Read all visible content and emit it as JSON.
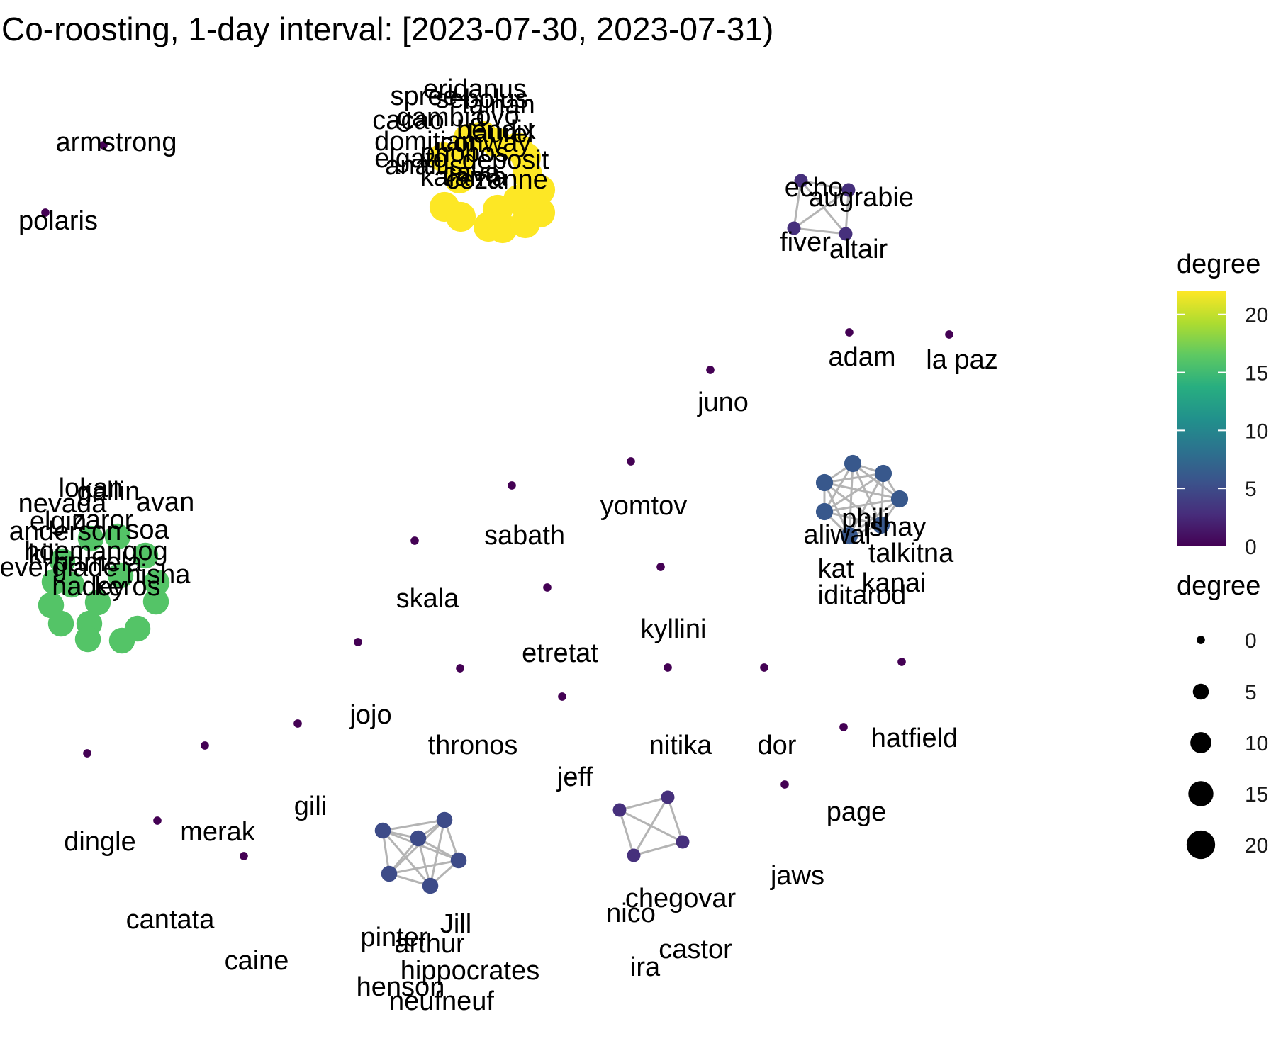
{
  "title": "Co-roosting, 1-day interval: [2023-07-30, 2023-07-31)",
  "chart_data": {
    "type": "network",
    "color_scale": {
      "title": "degree",
      "palette": "viridis",
      "range": [
        0,
        22
      ],
      "ticks": [
        0,
        5,
        10,
        15,
        20
      ],
      "tick_labels": [
        "0",
        "5",
        "10",
        "15",
        "20"
      ]
    },
    "size_legend": {
      "title": "degree",
      "values": [
        0,
        5,
        10,
        15,
        20
      ],
      "labels": [
        "0",
        "5",
        "10",
        "15",
        "20"
      ]
    },
    "edge_color": "#b4b4b4",
    "nodes": [
      {
        "id": "eridanus",
        "degree": 22
      },
      {
        "id": "spree",
        "degree": 22
      },
      {
        "id": "sebolus",
        "degree": 22
      },
      {
        "id": "tainan",
        "degree": 22
      },
      {
        "id": "gambia",
        "degree": 22
      },
      {
        "id": "ovo",
        "degree": 22
      },
      {
        "id": "cacao",
        "degree": 22
      },
      {
        "id": "bendix",
        "degree": 22
      },
      {
        "id": "domitian",
        "degree": 22
      },
      {
        "id": "laurel",
        "degree": 22
      },
      {
        "id": "conway",
        "degree": 22
      },
      {
        "id": "elgato",
        "degree": 22
      },
      {
        "id": "phobos",
        "degree": 22
      },
      {
        "id": "anaitis",
        "degree": 22
      },
      {
        "id": "deposit",
        "degree": 22
      },
      {
        "id": "kalama",
        "degree": 22
      },
      {
        "id": "cava",
        "degree": 22
      },
      {
        "id": "cezanne",
        "degree": 22
      },
      {
        "id": "lokan",
        "degree": 16
      },
      {
        "id": "gallin",
        "degree": 16
      },
      {
        "id": "nevada",
        "degree": 16
      },
      {
        "id": "avan",
        "degree": 16
      },
      {
        "id": "elgin",
        "degree": 16
      },
      {
        "id": "zaror",
        "degree": 16
      },
      {
        "id": "anderson",
        "degree": 16
      },
      {
        "id": "soa",
        "degree": 16
      },
      {
        "id": "kili",
        "degree": 16
      },
      {
        "id": "hoeman",
        "degree": 16
      },
      {
        "id": "gog",
        "degree": 16
      },
      {
        "id": "everglade",
        "degree": 16
      },
      {
        "id": "pamela",
        "degree": 16
      },
      {
        "id": "nisha",
        "degree": 16
      },
      {
        "id": "hadey",
        "degree": 16
      },
      {
        "id": "keros",
        "degree": 16
      },
      {
        "id": "echo",
        "degree": 3
      },
      {
        "id": "augrabie",
        "degree": 3
      },
      {
        "id": "fiver",
        "degree": 3
      },
      {
        "id": "altair",
        "degree": 3
      },
      {
        "id": "phili",
        "degree": 6
      },
      {
        "id": "ishay",
        "degree": 6
      },
      {
        "id": "aliwal",
        "degree": 6
      },
      {
        "id": "talkitna",
        "degree": 6
      },
      {
        "id": "kat",
        "degree": 6
      },
      {
        "id": "kanai",
        "degree": 6
      },
      {
        "id": "iditarod",
        "degree": 6
      },
      {
        "id": "nico",
        "degree": 3
      },
      {
        "id": "chegovar",
        "degree": 3
      },
      {
        "id": "ira",
        "degree": 3
      },
      {
        "id": "castor",
        "degree": 3
      },
      {
        "id": "pinter",
        "degree": 5
      },
      {
        "id": "Jill",
        "degree": 5
      },
      {
        "id": "arthur",
        "degree": 5
      },
      {
        "id": "hippocrates",
        "degree": 5
      },
      {
        "id": "henson",
        "degree": 5
      },
      {
        "id": "neufneuf",
        "degree": 5
      },
      {
        "id": "armstrong",
        "degree": 0
      },
      {
        "id": "polaris",
        "degree": 0
      },
      {
        "id": "adam",
        "degree": 0
      },
      {
        "id": "la paz",
        "degree": 0
      },
      {
        "id": "juno",
        "degree": 0
      },
      {
        "id": "yomtov",
        "degree": 0
      },
      {
        "id": "sabath",
        "degree": 0
      },
      {
        "id": "skala",
        "degree": 0
      },
      {
        "id": "etretat",
        "degree": 0
      },
      {
        "id": "kyllini",
        "degree": 0
      },
      {
        "id": "jojo",
        "degree": 0
      },
      {
        "id": "thronos",
        "degree": 0
      },
      {
        "id": "nitika",
        "degree": 0
      },
      {
        "id": "dor",
        "degree": 0
      },
      {
        "id": "hatfield",
        "degree": 0
      },
      {
        "id": "jeff",
        "degree": 0
      },
      {
        "id": "gili",
        "degree": 0
      },
      {
        "id": "dingle",
        "degree": 0
      },
      {
        "id": "merak",
        "degree": 0
      },
      {
        "id": "page",
        "degree": 0
      },
      {
        "id": "jaws",
        "degree": 0
      },
      {
        "id": "cantata",
        "degree": 0
      },
      {
        "id": "caine",
        "degree": 0
      }
    ]
  }
}
